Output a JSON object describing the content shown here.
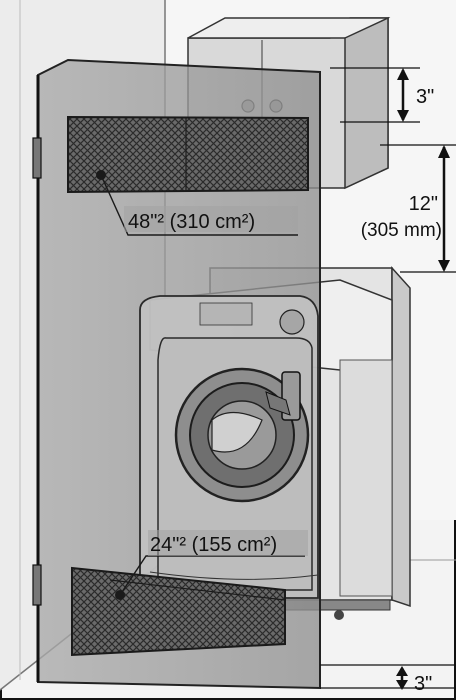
{
  "labels": {
    "top_gap": "3\"",
    "cabinet_gap_in": "12\"",
    "cabinet_gap_mm": "(305 mm)",
    "bottom_gap": "3\"",
    "upper_vent_area": "48\"² (310 cm²)",
    "lower_vent_area": "24\"² (155 cm²)"
  },
  "colors": {
    "door": "#9c9c9c",
    "door_edge": "#2a2a2a",
    "vent": "#555555",
    "wall": "#e6e6e6",
    "cabinet": "#d6d6d6",
    "washer": "#e9e9e9"
  }
}
